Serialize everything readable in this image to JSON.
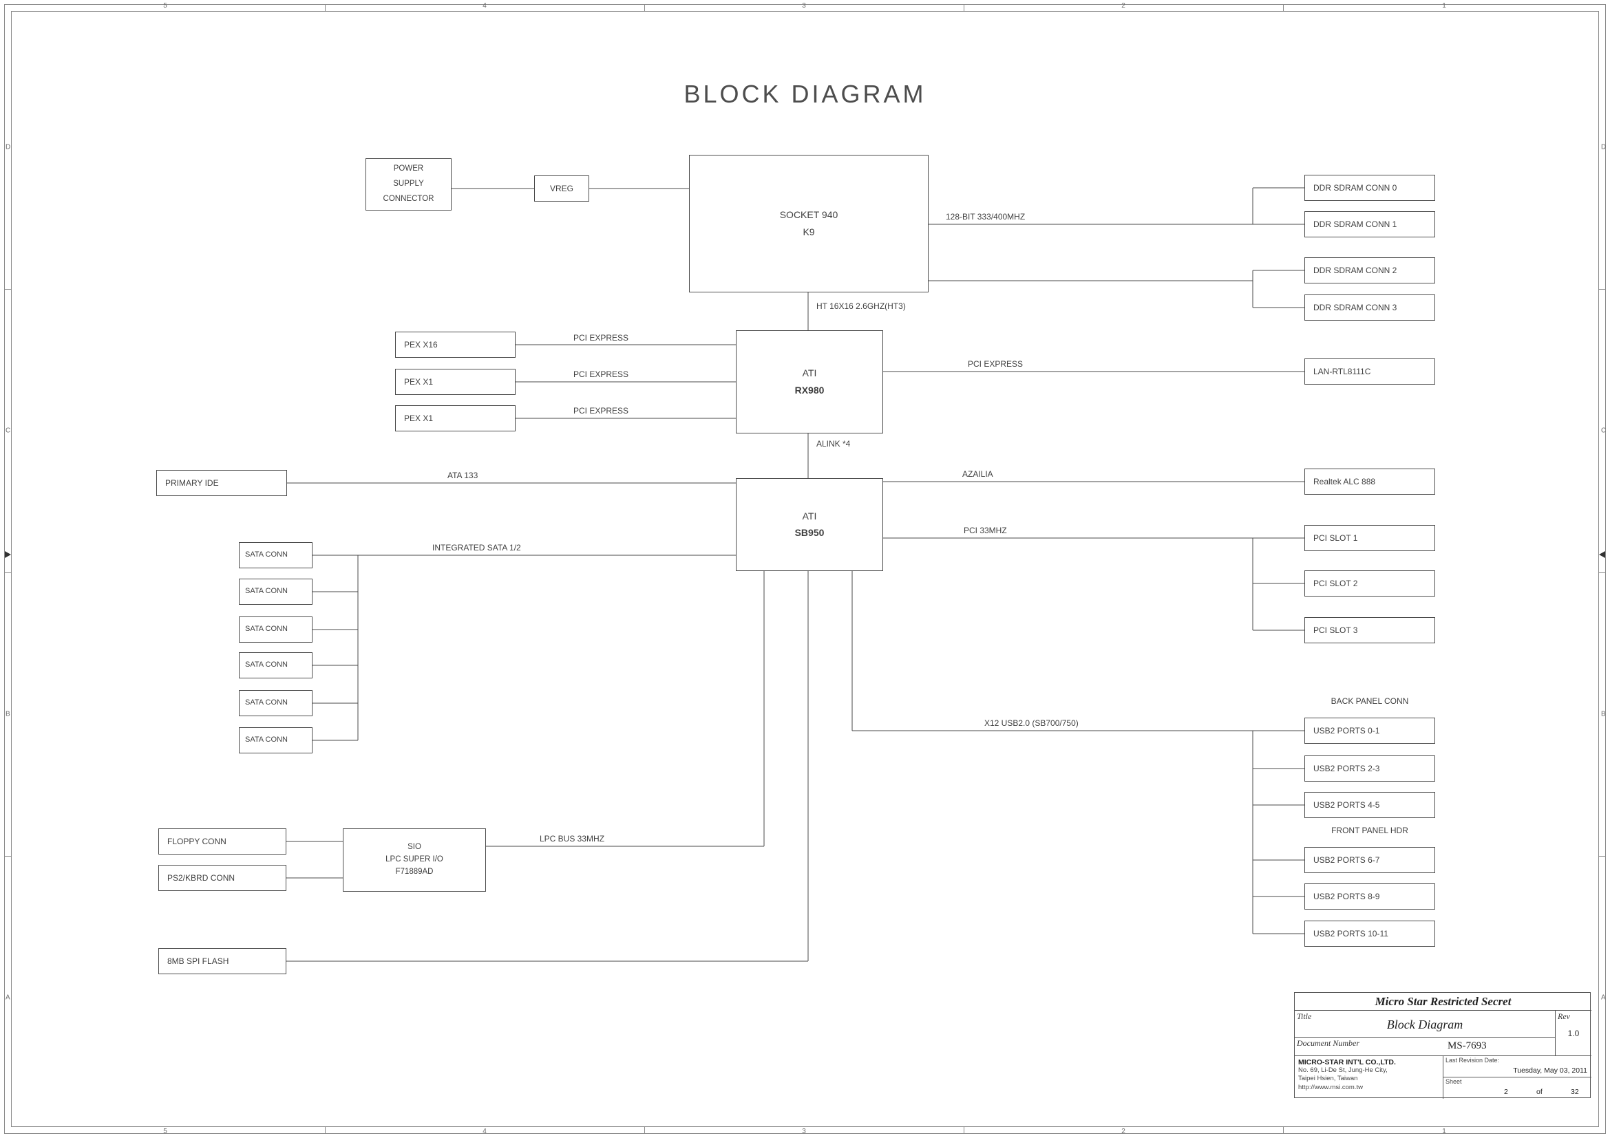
{
  "page": {
    "title": "BLOCK DIAGRAM"
  },
  "blocks": {
    "psu": "POWER\nSUPPLY\nCONNECTOR",
    "vreg": "VREG",
    "socket_line1": "SOCKET 940",
    "socket_line2": "K9",
    "ddr0": "DDR SDRAM CONN 0",
    "ddr1": "DDR SDRAM CONN 1",
    "ddr2": "DDR SDRAM CONN 2",
    "ddr3": "DDR SDRAM CONN 3",
    "pex_x16": "PEX X16",
    "pex_x1_a": "PEX X1",
    "pex_x1_b": "PEX X1",
    "rx980_line1": "ATI",
    "rx980_line2": "RX980",
    "lan": "LAN-RTL8111C",
    "primary_ide": "PRIMARY IDE",
    "sb950_line1": "ATI",
    "sb950_line2": "SB950",
    "alc888": "Realtek ALC 888",
    "pci_slot1": "PCI SLOT 1",
    "pci_slot2": "PCI SLOT 2",
    "pci_slot3": "PCI SLOT 3",
    "sata": "SATA CONN",
    "usb_0_1": "USB2 PORTS 0-1",
    "usb_2_3": "USB2 PORTS 2-3",
    "usb_4_5": "USB2 PORTS 4-5",
    "usb_6_7": "USB2 PORTS 6-7",
    "usb_8_9": "USB2 PORTS 8-9",
    "usb_10_11": "USB2 PORTS 10-11",
    "floppy": "FLOPPY CONN",
    "sio": "SIO\nLPC SUPER I/O\nF71889AD",
    "ps2": "PS2/KBRD CONN",
    "spi_flash": "8MB SPI FLASH"
  },
  "group_labels": {
    "back_panel": "BACK PANEL CONN",
    "front_panel": "FRONT PANEL HDR"
  },
  "bus_labels": {
    "mem_bus": "128-BIT 333/400MHZ",
    "ht": "HT 16X16 2.6GHZ(HT3)",
    "pcie_x16": "PCI EXPRESS",
    "pcie_x1_a": "PCI EXPRESS",
    "pcie_x1_b": "PCI EXPRESS",
    "pcie_lan": "PCI EXPRESS",
    "alink": "ALINK *4",
    "ata133": "ATA 133",
    "azailia": "AZAILIA",
    "pci33": "PCI 33MHZ",
    "int_sata": "INTEGRATED SATA 1/2",
    "usb2": "X12 USB2.0 (SB700/750)",
    "lpc": "LPC BUS 33MHZ"
  },
  "border": {
    "cols": [
      "5",
      "4",
      "3",
      "2",
      "1"
    ],
    "rows": [
      "D",
      "C",
      "B",
      "A"
    ]
  },
  "title_block": {
    "classification": "Micro Star Restricted Secret",
    "title_label": "Title",
    "title": "Block Diagram",
    "rev_label": "Rev",
    "rev": "1.0",
    "doc_label": "Document Number",
    "doc_number": "MS-7693",
    "company": "MICRO-STAR INT'L CO.,LTD.",
    "address1": "No. 69, Li-De St, Jung-He City,",
    "address2": "Taipei Hsien, Taiwan",
    "website": "http://www.msi.com.tw",
    "last_rev_label": "Last Revision Date:",
    "last_rev_date": "Tuesday, May 03, 2011",
    "sheet_label": "Sheet",
    "sheet_num": "2",
    "sheet_of": "of",
    "sheet_total": "32"
  }
}
